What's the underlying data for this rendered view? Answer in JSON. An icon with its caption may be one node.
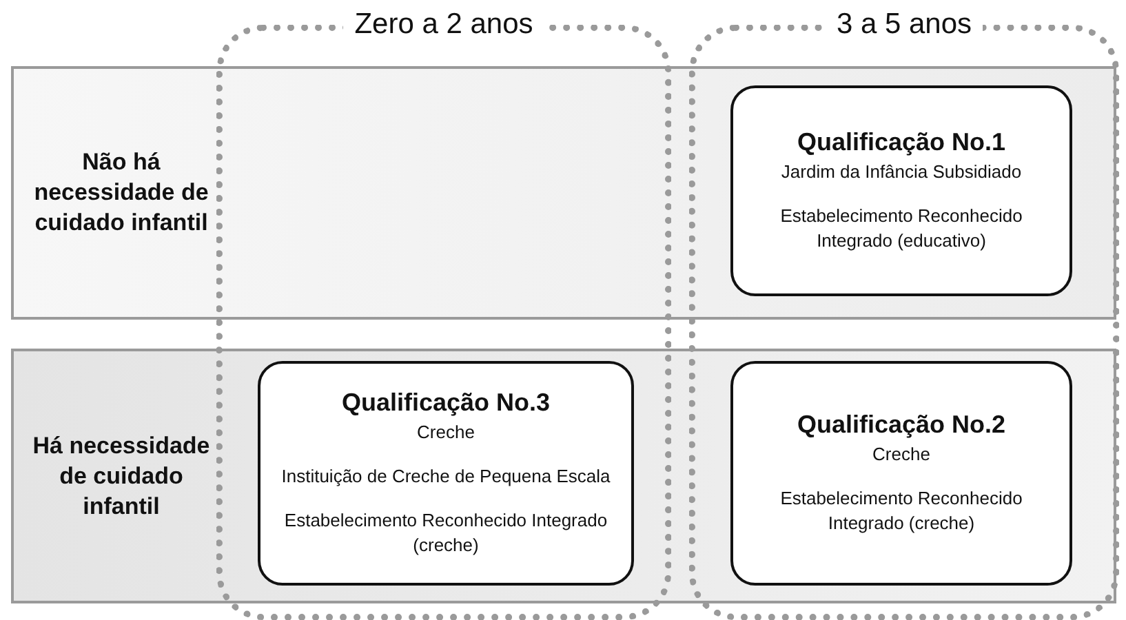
{
  "diagram": {
    "nodes": [
      {
        "text": [
          "Zero a 2 anos"
        ]
      },
      {
        "text": [
          "3 a 5 anos"
        ]
      },
      {
        "text": [
          "Não há necessidade de cuidado infantil"
        ]
      },
      {
        "text": [
          "Qualificação No.1",
          "Jardim da Infância Subsidiado",
          "Estabelecimento Reconhecido Integrado (educativo)"
        ]
      },
      {
        "text": [
          "Há necessidade de cuidado infantil"
        ]
      },
      {
        "text": [
          "Qualificação No.3",
          "Creche",
          "Instituição de Creche de Pequena Escala",
          "Estabelecimento Reconhecido Integrado (creche)"
        ]
      },
      {
        "text": [
          "Qualificação No.2",
          "Creche",
          "Estabelecimento Reconhecido Integrado (creche)"
        ]
      }
    ]
  }
}
